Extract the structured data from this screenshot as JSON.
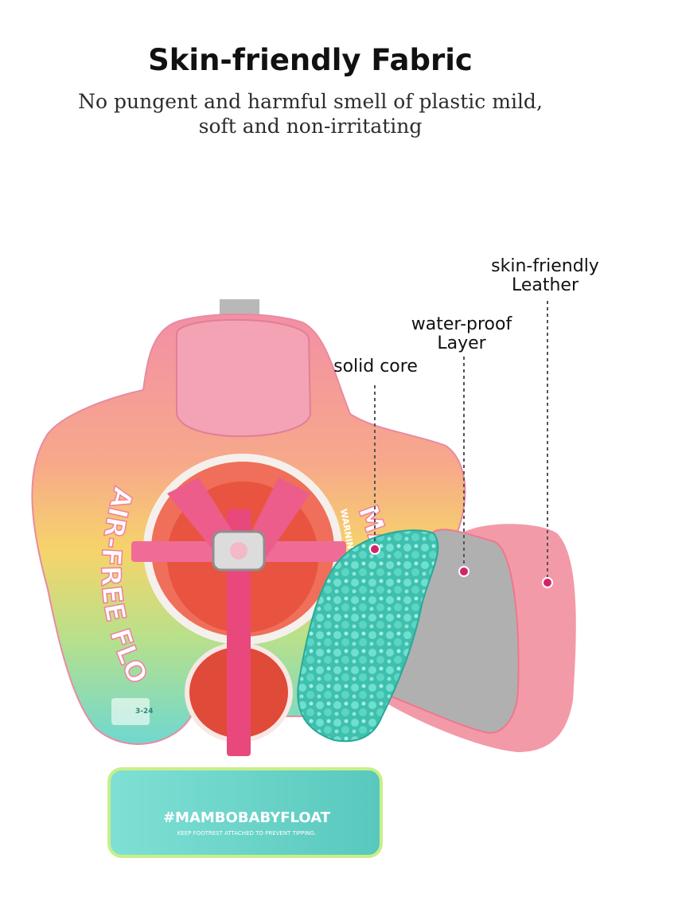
{
  "header": {
    "title": "Skin-friendly Fabric",
    "subtitle_line1": "No pungent and harmful smell of plastic mild,",
    "subtitle_line2": "soft and non-irritating"
  },
  "callouts": {
    "leather_line1": "skin-friendly",
    "leather_line2": "Leather",
    "waterproof_line1": "water-proof",
    "waterproof_line2": "Layer",
    "core": "solid core"
  },
  "product": {
    "float_text": "AIR-FREE FLOAT",
    "side_text": "MA",
    "warning_text": "WARNING!",
    "age_badge": "3-24",
    "footrest_text": "#MAMBOBABYFLOAT",
    "footrest_subtext": "KEEP FOOTREST ATTACHED TO PREVENT TIPPING."
  },
  "colors": {
    "pink": "#f39aa8",
    "coral": "#ee5a4a",
    "teal": "#5fd4c4",
    "gray_layer": "#a9a9a9",
    "leader_dot": "#d3236b"
  }
}
